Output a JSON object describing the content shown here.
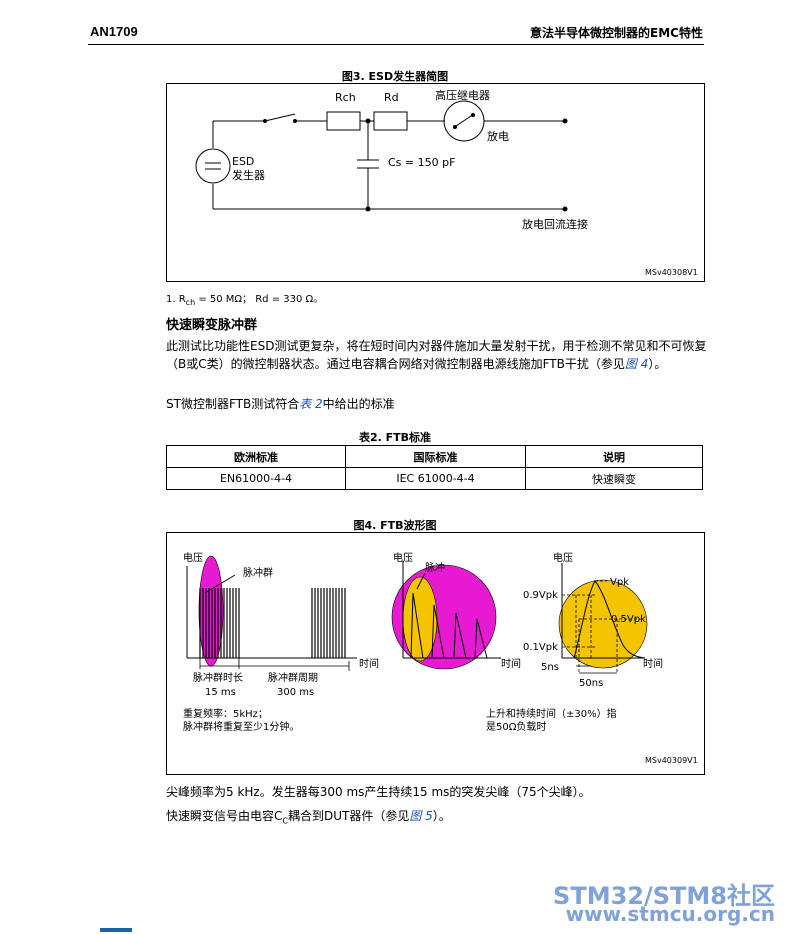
{
  "header": {
    "doc_id": "AN1709",
    "doc_title": "意法半导体微控制器的EMC特性"
  },
  "figure3": {
    "caption": "图3. ESD发生器简图",
    "labels": {
      "rch": "Rch",
      "rd": "Rd",
      "relay": "高压继电器",
      "discharge": "放电",
      "esd_line1": "ESD",
      "esd_line2": "发生器",
      "cs": "Cs = 150 pF",
      "return": "放电回流连接",
      "ref": "MSv40308V1"
    }
  },
  "note1": {
    "prefix": "1.   R",
    "sub": "ch",
    "rest": " = 50 MΩ； Rd = 330 Ω。"
  },
  "section": {
    "title": "快速瞬变脉冲群"
  },
  "para1": {
    "text_a": "此测试比功能性ESD测试更复杂，将在短时间内对器件施加大量发射干扰，用于检测不常见和不可恢复（B或C类）的微控制器状态。通过电容耦合网络对微控制器电源线施加FTB干扰（参见",
    "link": "图 4",
    "text_b": "）。"
  },
  "para2": {
    "text_a": "ST微控制器FTB测试符合",
    "link": "表 2",
    "text_b": "中给出的标准"
  },
  "table2": {
    "caption": "表2. FTB标准",
    "headers": [
      "欧洲标准",
      "国际标准",
      "说明"
    ],
    "rows": [
      [
        "EN61000-4-4",
        "IEC 61000-4-4",
        "快速瞬变"
      ]
    ]
  },
  "figure4": {
    "caption": "图4. FTB波形图",
    "labels": {
      "voltage": "电压",
      "burst": "脉冲群",
      "time": "时间",
      "burst_len": "脉冲群时长",
      "burst_len_val": "15 ms",
      "burst_period": "脉冲群周期",
      "burst_period_val": "300 ms",
      "rep_freq": "重复频率：5kHz；",
      "repeat_note": "脉冲群将重复至少1分钟。",
      "pulse": "脉冲",
      "vpk": "Vpk",
      "v09": "0.9Vpk",
      "v05": "0.5Vpk",
      "v01": "0.1Vpk",
      "t5ns": "5ns",
      "t50ns": "50ns",
      "rise_note": "上升和持续时间（±30%）指",
      "load_note": "是50Ω负载时",
      "ref": "MSv40309V1"
    }
  },
  "para3": {
    "text": "尖峰频率为5 kHz。发生器每300 ms产生持续15 ms的突发尖峰（75个尖峰）。"
  },
  "para4": {
    "text_a": "快速瞬变信号由电容C",
    "sub": "C",
    "text_b": "耦合到DUT器件（参见",
    "link": "图 5",
    "text_c": "）。"
  },
  "watermark": {
    "line1": "STM32/STM8社区",
    "line2": "www.stmcu.org.cn"
  }
}
